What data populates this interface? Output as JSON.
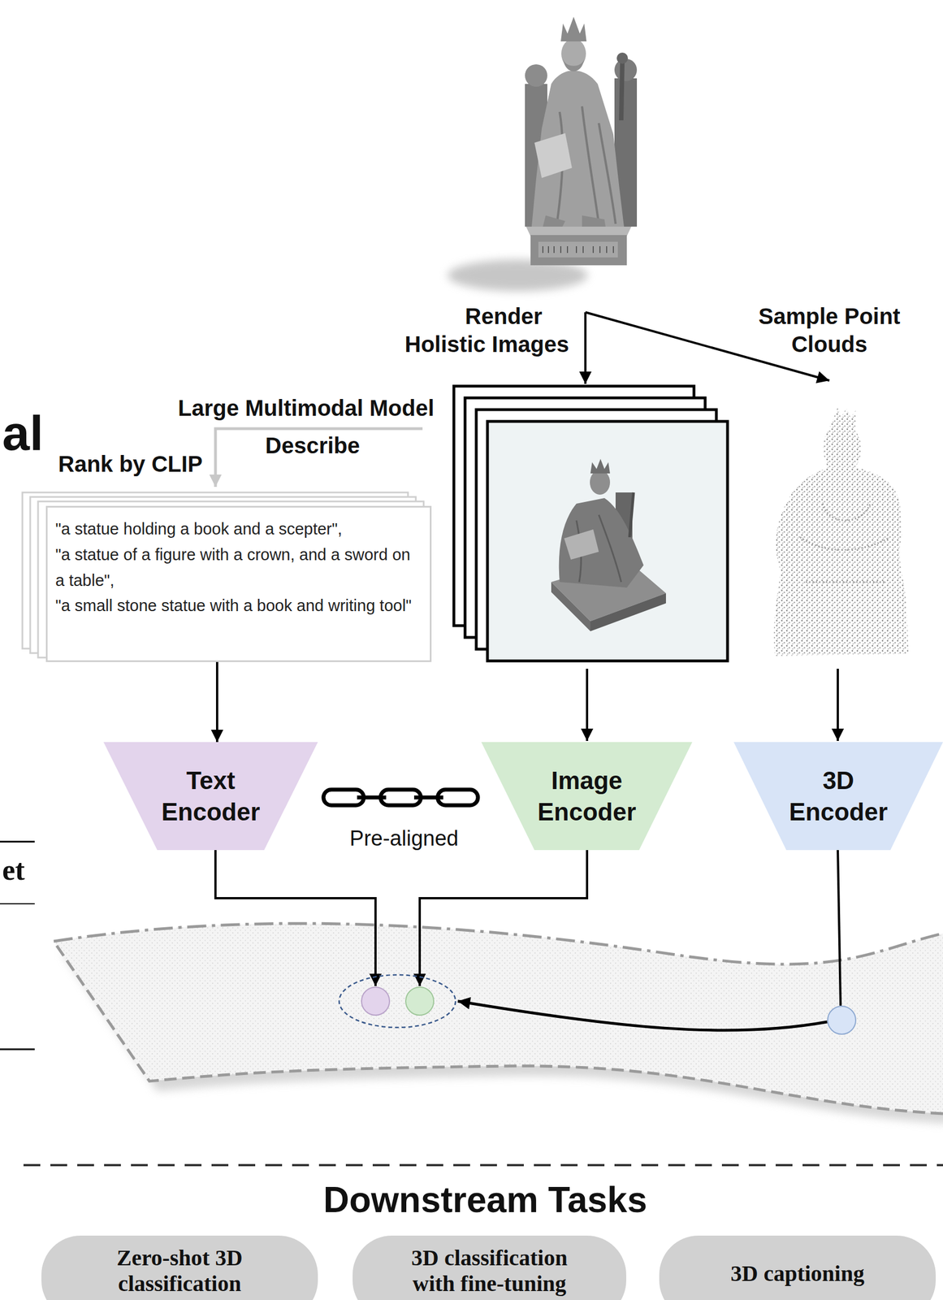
{
  "diagram": {
    "nodes": [
      {
        "text": [
          "\"a statue holding a book and a scepter\",",
          "\"a statue of a figure with a crown, and a sword on a table\",",
          "\"a small stone statue with a book and writing tool\""
        ]
      },
      {
        "text": [
          "Text Encoder"
        ]
      },
      {
        "text": [
          "Image Encoder"
        ]
      },
      {
        "text": [
          "3D Encoder"
        ]
      },
      {
        "text": [
          "Zero-shot 3D classification"
        ]
      },
      {
        "text": [
          "3D classification with fine-tuning"
        ]
      },
      {
        "text": [
          "3D captioning"
        ]
      }
    ],
    "edges": [
      {
        "from": 0,
        "to": 1,
        "arrow": "to"
      }
    ],
    "labels": [
      "Render Holistic Images",
      "Sample Point Clouds",
      "Large Multimodal Model",
      "Describe",
      "Rank by CLIP",
      "Pre-aligned",
      "Downstream Tasks",
      "al",
      "et"
    ]
  }
}
